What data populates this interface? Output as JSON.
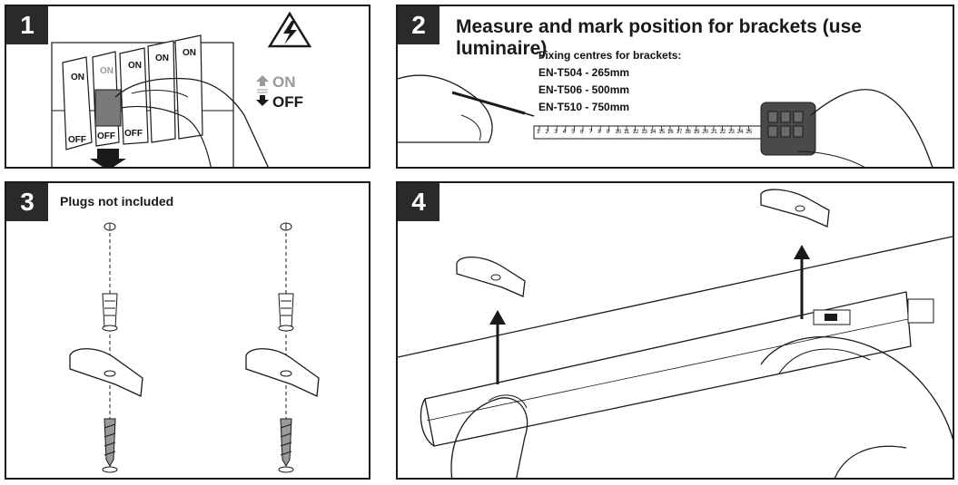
{
  "steps": [
    {
      "number": "1"
    },
    {
      "number": "2",
      "title": "Measure and mark position for brackets (use luminaire)"
    },
    {
      "number": "3",
      "title": "Plugs not included"
    },
    {
      "number": "4"
    }
  ],
  "step1": {
    "on_label": "ON",
    "off_label": "OFF",
    "switch_on": "ON",
    "switch_off": "OFF"
  },
  "step2": {
    "fixing_header": "Fixing centres for brackets:",
    "fixings": [
      "EN-T504 - 265mm",
      "EN-T506 - 500mm",
      "EN-T510 - 750mm"
    ],
    "tape_numbers": [
      "1",
      "2",
      "3",
      "4",
      "5",
      "6",
      "7",
      "8",
      "9",
      "10",
      "11",
      "12",
      "13",
      "14",
      "15",
      "16",
      "17",
      "18",
      "19",
      "20",
      "21",
      "22",
      "23",
      "24",
      "25"
    ]
  },
  "icons": {
    "warning": "high-voltage-warning-icon",
    "arrow_up": "arrow-up-icon",
    "arrow_down": "arrow-down-icon"
  },
  "colors": {
    "ink": "#1a1a1a",
    "badge": "#2a2a2a",
    "grey_text": "#9a9a9a"
  }
}
